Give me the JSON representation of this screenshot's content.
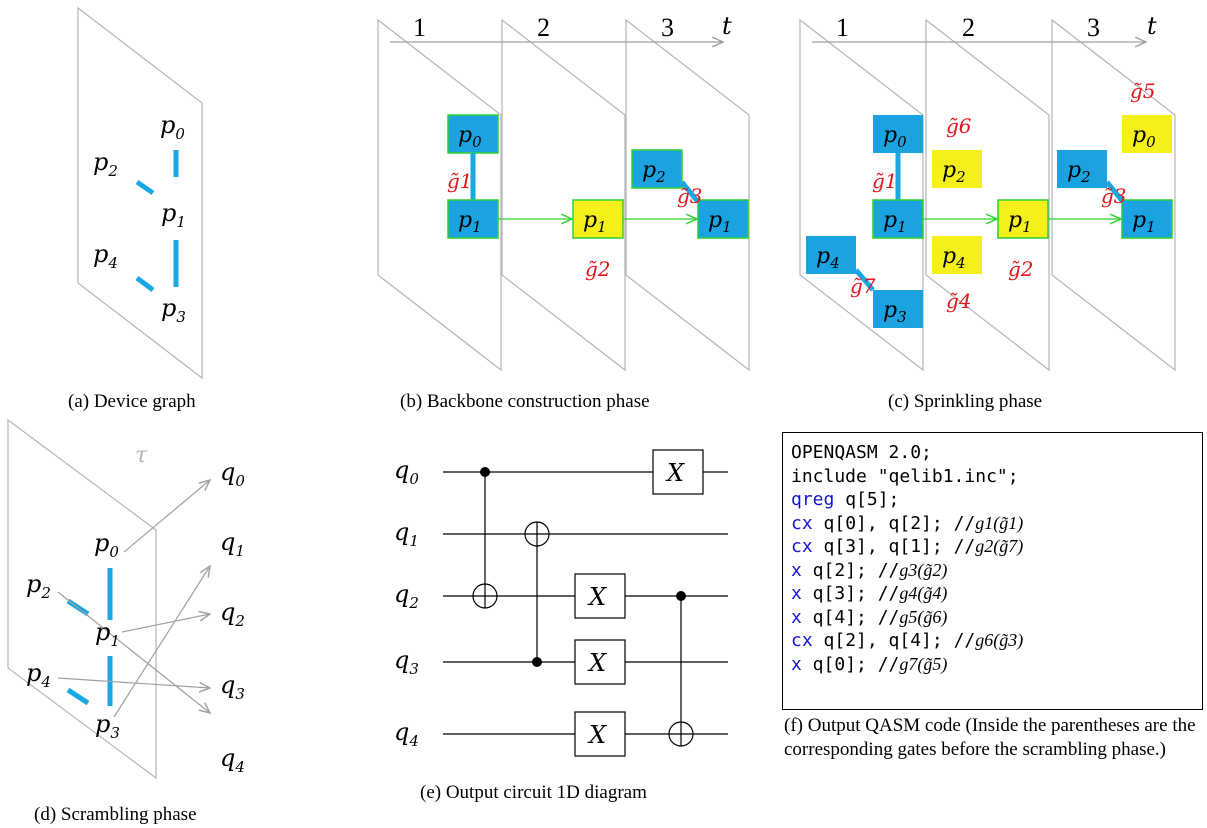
{
  "captions": {
    "a": "(a) Device graph",
    "b": "(b) Backbone construction phase",
    "c": "(c) Sprinkling phase",
    "d": "(d) Scrambling phase",
    "e": "(e) Output circuit 1D diagram",
    "f": "(f) Output QASM code (Inside the parentheses are the corresponding gates before the scrambling phase.)"
  },
  "time_labels": [
    "1",
    "2",
    "3",
    "t"
  ],
  "tau_label": "τ",
  "physical_qubits": [
    "p0",
    "p1",
    "p2",
    "p3",
    "p4"
  ],
  "logical_qubits": [
    "q0",
    "q1",
    "q2",
    "q3",
    "q4"
  ],
  "gate_labels": {
    "b": [
      "g̃1",
      "g̃2",
      "g̃3"
    ],
    "c": [
      "g̃1",
      "g̃2",
      "g̃3",
      "g̃4",
      "g̃5",
      "g̃6",
      "g̃7"
    ]
  },
  "circuit_gates": [
    "X",
    "X",
    "X",
    "X"
  ],
  "qasm": {
    "header": "OPENQASM 2.0;",
    "include": "include \"qelib1.inc\";",
    "lines": [
      {
        "kw": "qreg",
        "rest": " q[5];",
        "comment": ""
      },
      {
        "kw": "cx",
        "rest": " q[0], q[2]; //",
        "comment": "g1(g̃1)"
      },
      {
        "kw": "cx",
        "rest": " q[3], q[1]; //",
        "comment": "g2(g̃7)"
      },
      {
        "kw": "x",
        "rest": " q[2]; //",
        "comment": "g3(g̃2)"
      },
      {
        "kw": "x",
        "rest": " q[3]; //",
        "comment": "g4(g̃4)"
      },
      {
        "kw": "x",
        "rest": " q[4]; //",
        "comment": "g5(g̃6)"
      },
      {
        "kw": "cx",
        "rest": " q[2], q[4]; //",
        "comment": "g6(g̃3)"
      },
      {
        "kw": "x",
        "rest": " q[0]; //",
        "comment": "g7(g̃5)"
      }
    ]
  },
  "colors": {
    "edge": "#17a8e3",
    "node_blue": "#1aa3e0",
    "node_yellow": "#f5f01a",
    "arrow_green": "#2fd12f",
    "plane": "#b4b4b4",
    "gate_red": "#e3151c",
    "keyword": "#1515d6"
  }
}
